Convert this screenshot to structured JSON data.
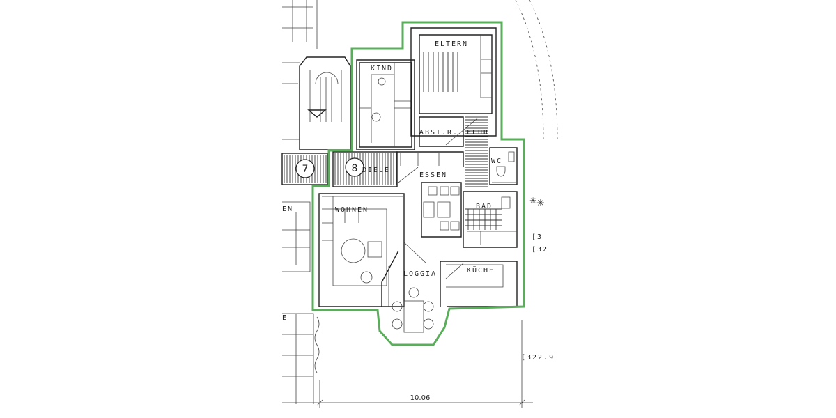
{
  "rooms": {
    "eltern": "ELTERN",
    "kind": "KIND",
    "abstellraum": "ABST.R.",
    "flur": "FLUR",
    "wc": "WC",
    "diele": "DIELE",
    "essen": "ESSEN",
    "wohnen": "WOHNEN",
    "bad": "BAD",
    "loggia": "LOGGIA",
    "kueche": "KÜCHE"
  },
  "unit_numbers": [
    "7",
    "8"
  ],
  "dimensions": {
    "width": "10.06"
  },
  "elevations": [
    "[322.9",
    "[3",
    "[32"
  ],
  "partial_labels": [
    "EN",
    "E"
  ],
  "colors": {
    "outline": "#5aad5a",
    "lines": "#222222"
  }
}
